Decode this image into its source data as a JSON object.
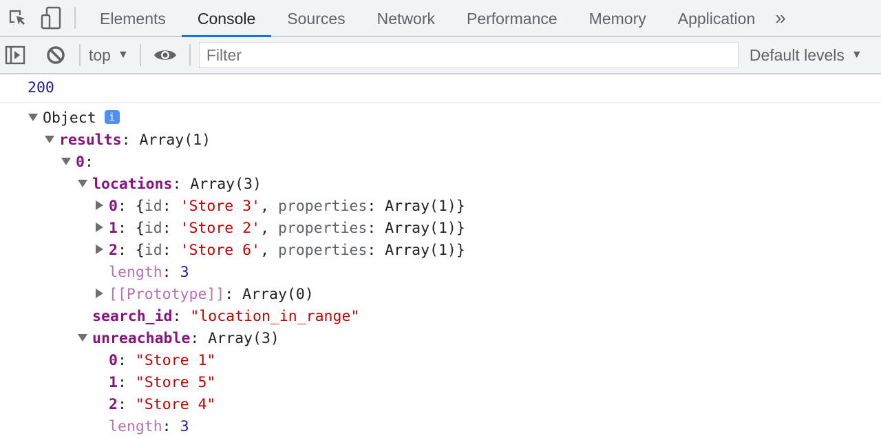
{
  "tabs": [
    {
      "label": "Elements"
    },
    {
      "label": "Console",
      "active": true
    },
    {
      "label": "Sources"
    },
    {
      "label": "Network"
    },
    {
      "label": "Performance"
    },
    {
      "label": "Memory"
    },
    {
      "label": "Application"
    }
  ],
  "toolbar": {
    "context": "top",
    "filter_placeholder": "Filter",
    "levels": "Default levels"
  },
  "console": {
    "first_message": "200",
    "info_badge": "i",
    "lines": [
      {
        "level": 0,
        "state": "down",
        "key": "Object",
        "kstyle": "plain",
        "sep": "",
        "parts": [],
        "badge": true
      },
      {
        "level": 1,
        "state": "down",
        "key": "results",
        "kstyle": "",
        "sep": ": ",
        "parts": [
          {
            "t": "Array(1)",
            "c": ""
          }
        ]
      },
      {
        "level": 2,
        "state": "down",
        "key": "0",
        "kstyle": "",
        "sep": ":",
        "parts": []
      },
      {
        "level": 3,
        "state": "down",
        "key": "locations",
        "kstyle": "",
        "sep": ": ",
        "parts": [
          {
            "t": "Array(3)",
            "c": ""
          }
        ]
      },
      {
        "level": 4,
        "state": "right",
        "key": "0",
        "kstyle": "",
        "sep": ": ",
        "parts": [
          {
            "t": "{",
            "c": ""
          },
          {
            "t": "id",
            "c": "dim"
          },
          {
            "t": ": ",
            "c": ""
          },
          {
            "t": "'Store 3'",
            "c": "str"
          },
          {
            "t": ", ",
            "c": ""
          },
          {
            "t": "properties",
            "c": "dim"
          },
          {
            "t": ": Array(1)}",
            "c": ""
          }
        ]
      },
      {
        "level": 4,
        "state": "right",
        "key": "1",
        "kstyle": "",
        "sep": ": ",
        "parts": [
          {
            "t": "{",
            "c": ""
          },
          {
            "t": "id",
            "c": "dim"
          },
          {
            "t": ": ",
            "c": ""
          },
          {
            "t": "'Store 2'",
            "c": "str"
          },
          {
            "t": ", ",
            "c": ""
          },
          {
            "t": "properties",
            "c": "dim"
          },
          {
            "t": ": Array(1)}",
            "c": ""
          }
        ]
      },
      {
        "level": 4,
        "state": "right",
        "key": "2",
        "kstyle": "",
        "sep": ": ",
        "parts": [
          {
            "t": "{",
            "c": ""
          },
          {
            "t": "id",
            "c": "dim"
          },
          {
            "t": ": ",
            "c": ""
          },
          {
            "t": "'Store 6'",
            "c": "str"
          },
          {
            "t": ", ",
            "c": ""
          },
          {
            "t": "properties",
            "c": "dim"
          },
          {
            "t": ": Array(1)}",
            "c": ""
          }
        ]
      },
      {
        "level": 4,
        "state": "none",
        "key": "length",
        "kstyle": "light",
        "sep": ": ",
        "parts": [
          {
            "t": "3",
            "c": "num"
          }
        ]
      },
      {
        "level": 4,
        "state": "right",
        "key": "[[Prototype]]",
        "kstyle": "light",
        "sep": ": ",
        "parts": [
          {
            "t": "Array(0)",
            "c": ""
          }
        ]
      },
      {
        "level": 3,
        "state": "none",
        "key": "search_id",
        "kstyle": "",
        "sep": ": ",
        "parts": [
          {
            "t": "\"location_in_range\"",
            "c": "str"
          }
        ]
      },
      {
        "level": 3,
        "state": "down",
        "key": "unreachable",
        "kstyle": "",
        "sep": ": ",
        "parts": [
          {
            "t": "Array(3)",
            "c": ""
          }
        ]
      },
      {
        "level": 4,
        "state": "none",
        "key": "0",
        "kstyle": "",
        "sep": ": ",
        "parts": [
          {
            "t": "\"Store 1\"",
            "c": "str"
          }
        ]
      },
      {
        "level": 4,
        "state": "none",
        "key": "1",
        "kstyle": "",
        "sep": ": ",
        "parts": [
          {
            "t": "\"Store 5\"",
            "c": "str"
          }
        ]
      },
      {
        "level": 4,
        "state": "none",
        "key": "2",
        "kstyle": "",
        "sep": ": ",
        "parts": [
          {
            "t": "\"Store 4\"",
            "c": "str"
          }
        ]
      },
      {
        "level": 4,
        "state": "none",
        "key": "length",
        "kstyle": "light",
        "sep": ": ",
        "parts": [
          {
            "t": "3",
            "c": "num"
          }
        ]
      }
    ]
  }
}
